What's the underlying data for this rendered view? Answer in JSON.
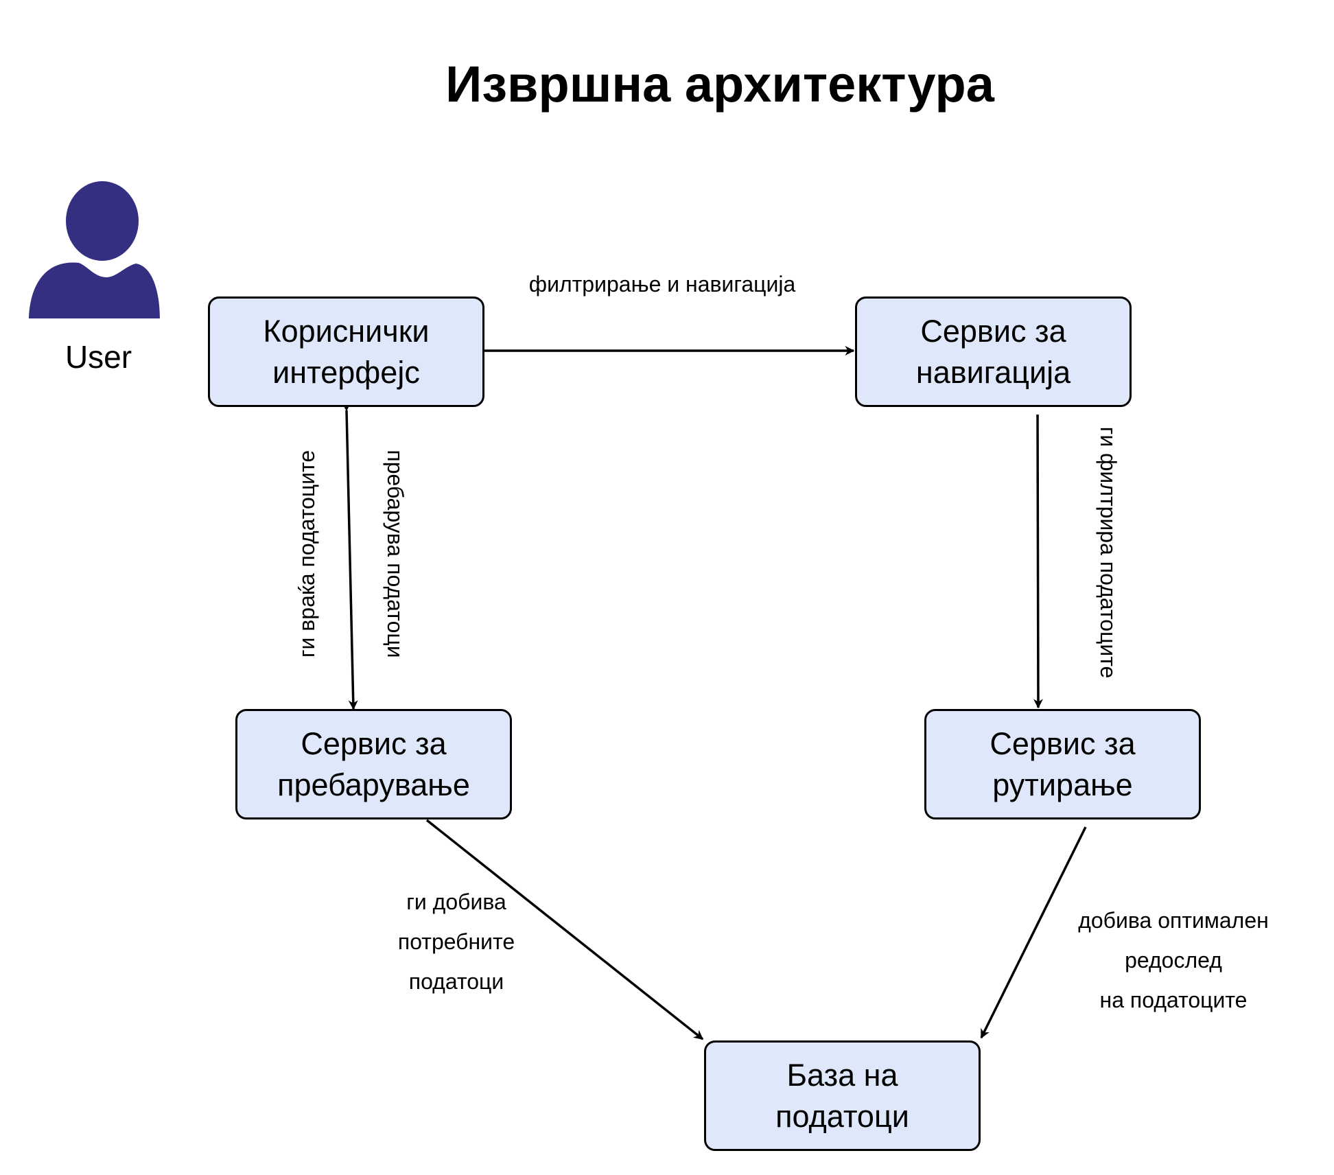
{
  "title": "Извршна архитектура",
  "user": {
    "label": "User",
    "icon": "user-icon",
    "icon_color": "#352f82"
  },
  "nodes": {
    "ui": "Кориснички интерфејс",
    "navigation": "Сервис за навигација",
    "search": "Сервис за пребарување",
    "routing": "Сервис за рутирање",
    "database": "База на податоци"
  },
  "edges": {
    "ui_to_navigation": "филтрирање и навигација",
    "search_to_ui": "ги враќа податоците",
    "ui_to_search": "пребарува податоци",
    "navigation_to_routing": "ги филтрира податоците",
    "search_to_database": [
      "ги добива",
      "потребните",
      "податоци"
    ],
    "routing_to_database": [
      "добива оптимален",
      "редослед",
      "на податоците"
    ]
  },
  "colors": {
    "box_fill": "#dfe7fb",
    "box_border": "#000000",
    "arrow": "#000000"
  }
}
